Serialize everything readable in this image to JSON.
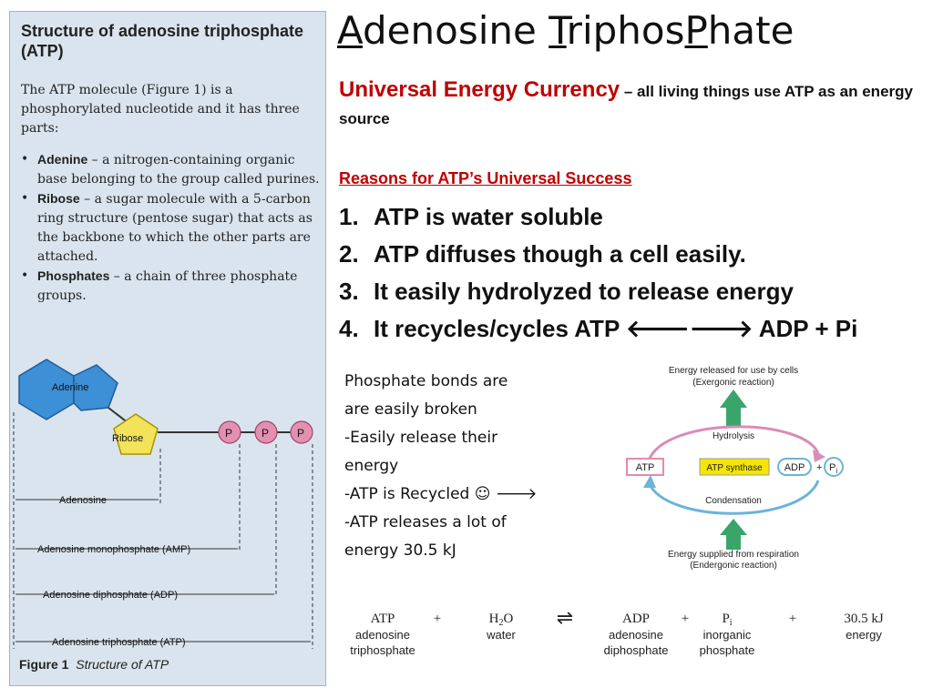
{
  "title": {
    "letters": [
      {
        "first": "A",
        "rest": "denosine "
      },
      {
        "first": "T",
        "rest": "riphos"
      },
      {
        "first": "P",
        "rest": "hate"
      }
    ]
  },
  "subtitle": {
    "highlight": "Universal Energy Currency",
    "text": " – all living things use ATP as an energy source"
  },
  "reasons": {
    "heading": "Reasons for ATP’s Universal Success",
    "items": [
      {
        "num": "1.",
        "text": "ATP is water soluble"
      },
      {
        "num": "2.",
        "text": "ATP diffuses though a cell easily."
      },
      {
        "num": "3.",
        "text": "It easily hydrolyzed to release energy"
      },
      {
        "num": "4.",
        "text": "It recycles/cycles ATP 🡐🡒 ADP + Pi"
      }
    ]
  },
  "notes": [
    "Phosphate bonds are",
    "are easily broken",
    "-Easily release their",
    "energy",
    "-ATP is Recycled ☺ 🡒",
    "-ATP releases a lot of",
    "energy 30.5 kJ"
  ],
  "panel": {
    "title": "Structure of adenosine triphosphate (ATP)",
    "intro": "The ATP molecule (Figure 1) is a phosphorylated nucleotide and it has three parts:",
    "items": [
      {
        "bullet": "•",
        "term": "Adenine",
        "text": " – a nitrogen-containing organic base belonging to the group called purines."
      },
      {
        "bullet": "•",
        "term": "Ribose",
        "text": " – a sugar molecule with a 5-carbon ring structure (pentose sugar) that acts as the backbone to which the other parts are attached."
      },
      {
        "bullet": "•",
        "term": "Phosphates",
        "text": " – a chain of three phosphate groups."
      }
    ],
    "diagram": {
      "adenine": "Adenine",
      "ribose": "Ribose",
      "phosphate": "P",
      "ranges": [
        "Adenosine",
        "Adenosine monophosphate (AMP)",
        "Adenosine diphosphate (ADP)",
        "Adenosine triphosphate (ATP)"
      ]
    },
    "caption_label": "Figure 1",
    "caption_text": "Structure of ATP"
  },
  "cycle": {
    "top": "Energy released for use by cells",
    "top_sub": "(Exergonic reaction)",
    "hydrolysis": "Hydrolysis",
    "atp": "ATP",
    "synthase": "ATP synthase",
    "adp": "ADP",
    "plus": "+",
    "pi": "P",
    "pi_sub": "i",
    "condensation": "Condensation",
    "bottom": "Energy supplied from respiration",
    "bottom_sub": "(Endergonic reaction)",
    "colors": {
      "hydrolysis": "#d98cb8",
      "condensation": "#6ab4dc",
      "arrow": "#3aa56b",
      "atp_box": "#e88aa5",
      "synthase_box": "#f5e600",
      "adp_box": "#9fd3ee",
      "pi_circle": "#9fd3ee"
    }
  },
  "equation": {
    "atp": "ATP",
    "atp_l1": "adenosine",
    "atp_l2": "triphosphate",
    "plus": "+",
    "water_h": "H",
    "water_2": "2",
    "water_o": "O",
    "water": "water",
    "arrow": "⇌",
    "adp": "ADP",
    "adp_l1": "adenosine",
    "adp_l2": "diphosphate",
    "pi": "P",
    "pi_sub": "i",
    "pi_l1": "inorganic",
    "pi_l2": "phosphate",
    "energy": "30.5 kJ",
    "energy_label": "energy"
  }
}
